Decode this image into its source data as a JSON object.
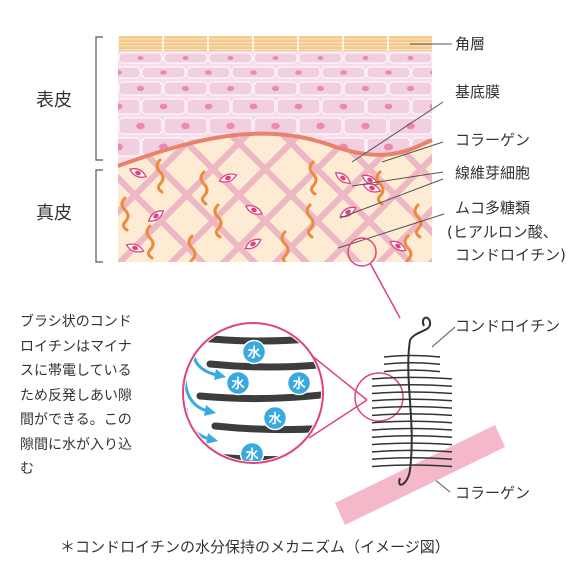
{
  "layers": {
    "epidermis": "表皮",
    "dermis": "真皮"
  },
  "labels": {
    "stratum_corneum": "角層",
    "basement_membrane": "基底膜",
    "collagen": "コラーゲン",
    "fibroblast": "線維芽細胞",
    "mucopolysaccharide": "ムコ多糖類",
    "mucopolysaccharide_sub1": "(ヒアルロン酸、",
    "mucopolysaccharide_sub2": "コンドロイチン)",
    "chondroitin_right": "コンドロイチン",
    "collagen_bottom": "コラーゲン",
    "water": "水"
  },
  "explanation": [
    "ブラシ状のコンド",
    "ロイチンはマイナ",
    "スに帯電している",
    "ため反発しあい隙",
    "間ができる。この",
    "隙間に水が入り込",
    "む"
  ],
  "caption": "＊コンドロイチンの水分保持のメカニズム（イメージ図）",
  "colors": {
    "corneum": "#f3c98c",
    "epidermis_cells": "#f2cfe0",
    "cell_nucleus": "#e989b4",
    "basement": "#e9826c",
    "dermis_bg": "#fdebd4",
    "fiber": "#eeb7c4",
    "orange": "#ee8a3e",
    "magenta": "#e0447f",
    "water": "#3aa9e0",
    "bracket": "#555555"
  }
}
